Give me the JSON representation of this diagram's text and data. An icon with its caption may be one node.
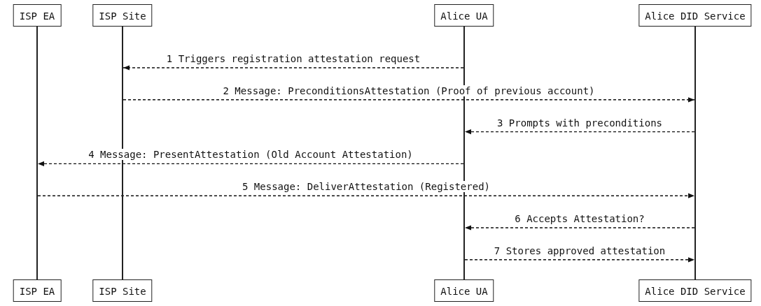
{
  "diagram": {
    "nodes": [
      {
        "text": [
          "ISP EA"
        ]
      },
      {
        "text": [
          "ISP Site"
        ]
      },
      {
        "text": [
          "Alice UA"
        ]
      },
      {
        "text": [
          "Alice DID Service"
        ]
      },
      {
        "text": [],
        "shape": "line"
      },
      {
        "text": [],
        "shape": "line"
      },
      {
        "text": [],
        "shape": "line"
      },
      {
        "text": [],
        "shape": "line"
      },
      {
        "text": [
          "ISP EA"
        ]
      },
      {
        "text": [
          "ISP Site"
        ]
      },
      {
        "text": [
          "Alice UA"
        ]
      },
      {
        "text": [
          "Alice DID Service"
        ]
      }
    ],
    "edges": [
      {
        "from": 6,
        "to": 5,
        "arrow": "to",
        "style": "dashed",
        "label": "1 Triggers registration attestation request"
      },
      {
        "from": 5,
        "to": 7,
        "arrow": "to",
        "style": "dashed",
        "label": "2 Message: PreconditionsAttestation (Proof of previous account)"
      },
      {
        "from": 7,
        "to": 6,
        "arrow": "to",
        "style": "dashed",
        "label": "3 Prompts with preconditions"
      },
      {
        "from": 6,
        "to": 4,
        "arrow": "to",
        "style": "dashed",
        "label": "4 Message: PresentAttestation (Old Account Attestation)"
      },
      {
        "from": 4,
        "to": 7,
        "arrow": "to",
        "style": "dashed",
        "label": "5 Message: DeliverAttestation (Registered)"
      },
      {
        "from": 7,
        "to": 6,
        "arrow": "to",
        "style": "dashed",
        "label": "6 Accepts Attestation?"
      },
      {
        "from": 6,
        "to": 7,
        "arrow": "to",
        "style": "dashed",
        "label": "7 Stores approved attestation"
      }
    ]
  }
}
